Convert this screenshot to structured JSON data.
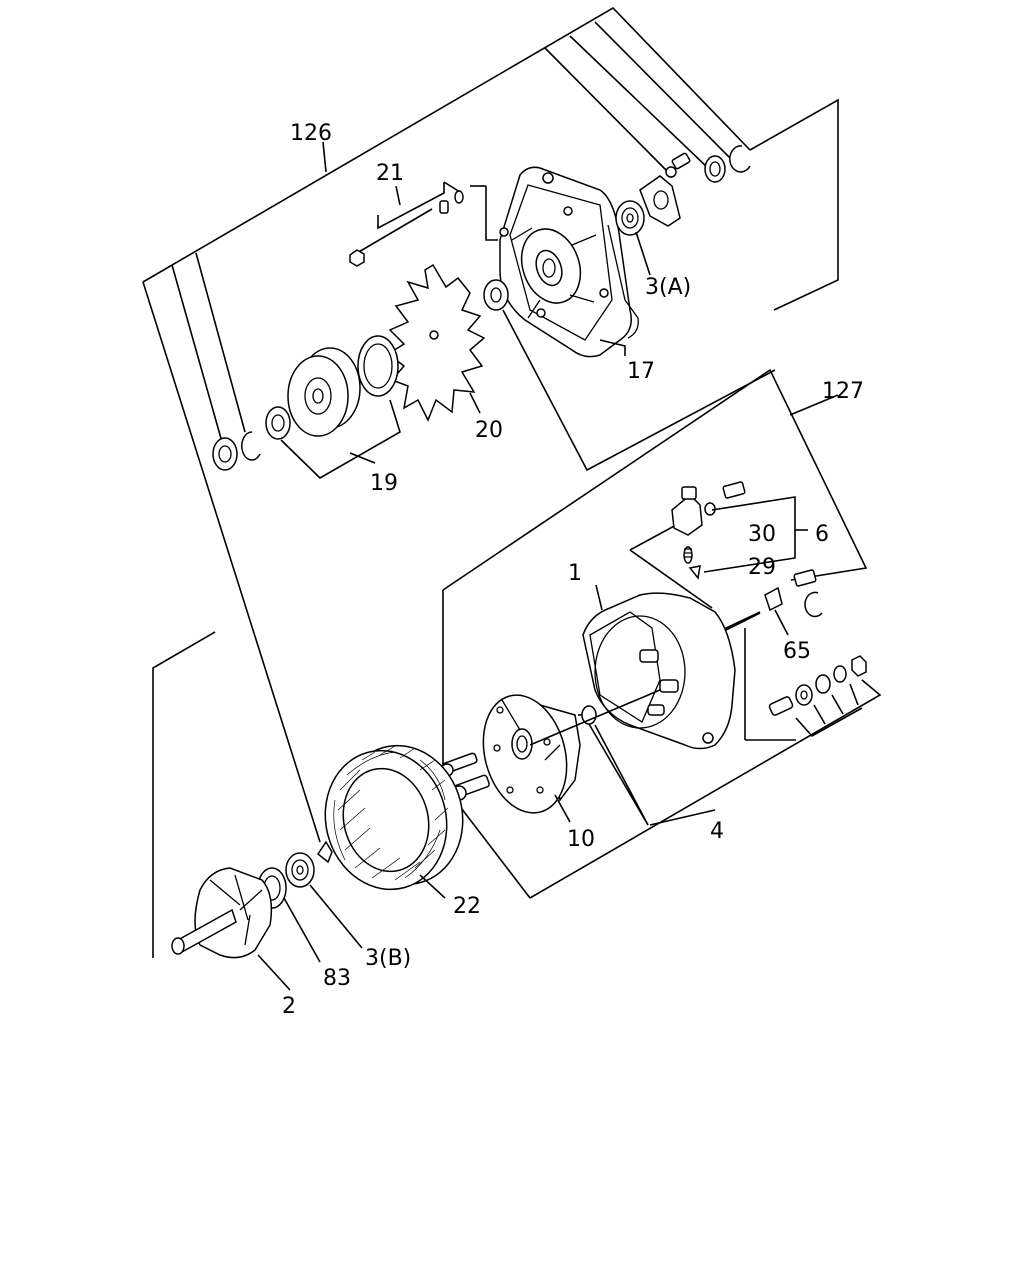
{
  "diagram": {
    "labels": {
      "l126": "126",
      "l21": "21",
      "l3a": "3(A)",
      "l17": "17",
      "l20": "20",
      "l19": "19",
      "l127": "127",
      "l30": "30",
      "l6": "6",
      "l29": "29",
      "l1": "1",
      "l65": "65",
      "l10": "10",
      "l4": "4",
      "l22": "22",
      "l3b": "3(B)",
      "l83": "83",
      "l2": "2"
    }
  }
}
